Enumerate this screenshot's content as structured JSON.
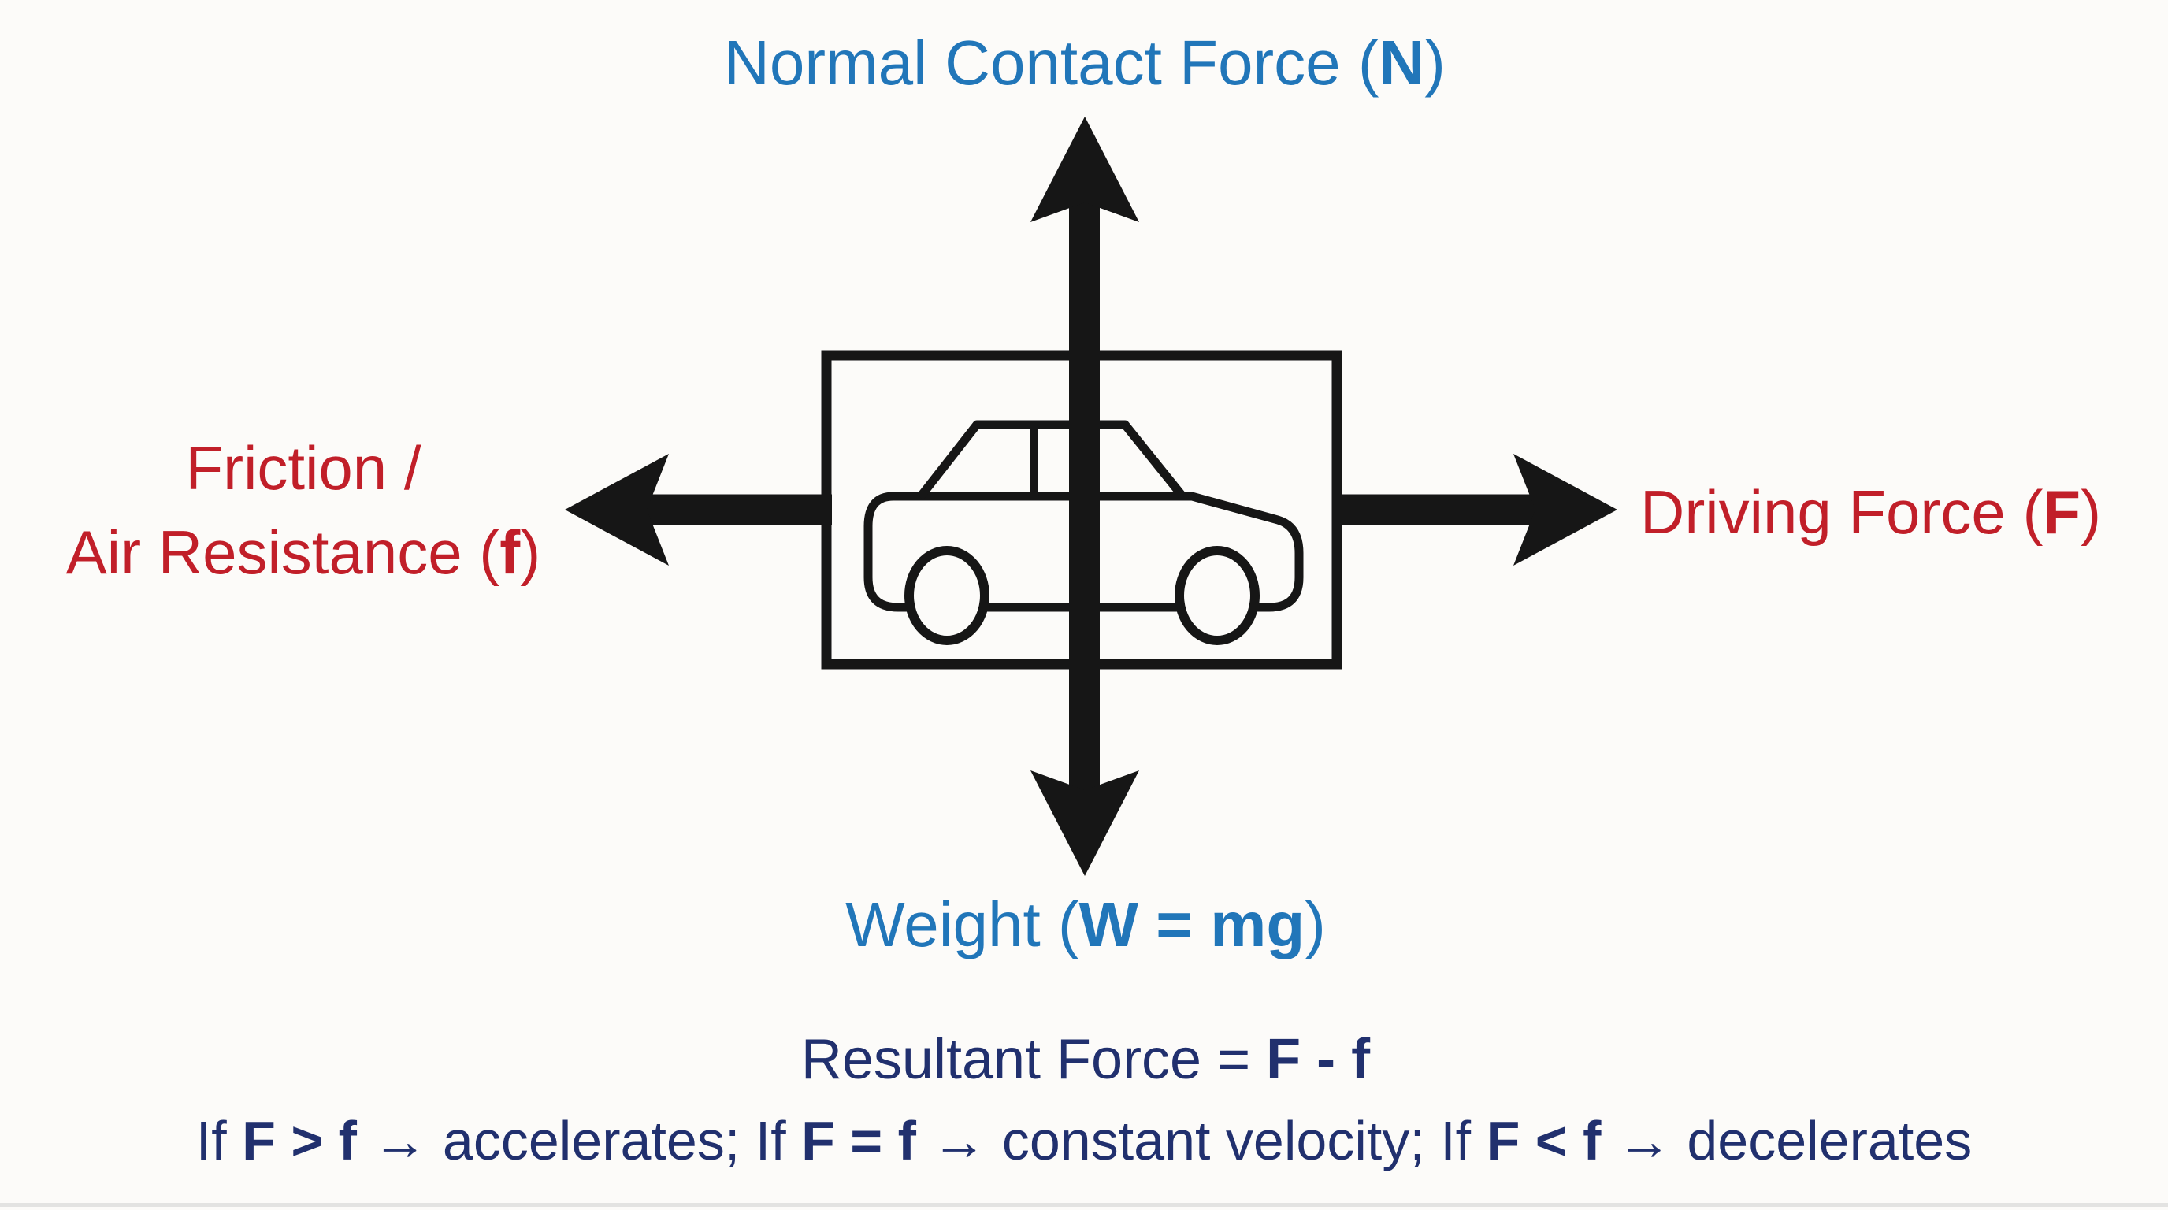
{
  "title": "Free body force diagram of a car",
  "colors": {
    "background": "#fcfbf9",
    "ink": "#161616",
    "blue": "#2176b9",
    "red": "#c11f29",
    "navy": "#21306e"
  },
  "diagram": {
    "type": "free-body-force-diagram",
    "object_icon": "car-side-outline-icon",
    "frame": "rectangle around car",
    "arrows": [
      {
        "direction": "up",
        "force": "Normal Contact Force",
        "symbol": "N"
      },
      {
        "direction": "down",
        "force": "Weight",
        "symbol": "W = mg"
      },
      {
        "direction": "left",
        "force": "Friction / Air Resistance",
        "symbol": "f"
      },
      {
        "direction": "right",
        "force": "Driving Force",
        "symbol": "F"
      }
    ]
  },
  "labels": {
    "normal_force": {
      "color": "blue",
      "segments": [
        {
          "text": "Normal Contact Force ("
        },
        {
          "text": "N",
          "bold": true
        },
        {
          "text": ")"
        }
      ]
    },
    "friction_line1": {
      "color": "red",
      "segments": [
        {
          "text": "Friction /"
        }
      ]
    },
    "friction_line2": {
      "color": "red",
      "segments": [
        {
          "text": "Air Resistance ("
        },
        {
          "text": "f",
          "bold": true
        },
        {
          "text": ")"
        }
      ]
    },
    "driving_force": {
      "color": "red",
      "segments": [
        {
          "text": "Driving Force ("
        },
        {
          "text": "F",
          "bold": true
        },
        {
          "text": ")"
        }
      ]
    },
    "weight": {
      "color": "blue",
      "segments": [
        {
          "text": "Weight ("
        },
        {
          "text": "W = mg",
          "bold": true
        },
        {
          "text": ")"
        }
      ]
    },
    "resultant": {
      "color": "navy",
      "segments": [
        {
          "text": "Resultant Force = "
        },
        {
          "text": "F - f",
          "bold": true
        }
      ]
    },
    "conditions": {
      "color": "navy",
      "segments": [
        {
          "text": "If "
        },
        {
          "text": "F > f",
          "bold": true
        },
        {
          "text": " "
        },
        {
          "text": "→",
          "bold": true
        },
        {
          "text": " accelerates; If "
        },
        {
          "text": "F = f",
          "bold": true
        },
        {
          "text": " "
        },
        {
          "text": "→",
          "bold": true
        },
        {
          "text": " constant velocity; If "
        },
        {
          "text": "F < f",
          "bold": true
        },
        {
          "text": " "
        },
        {
          "text": "→",
          "bold": true
        },
        {
          "text": " decelerates"
        }
      ]
    }
  }
}
